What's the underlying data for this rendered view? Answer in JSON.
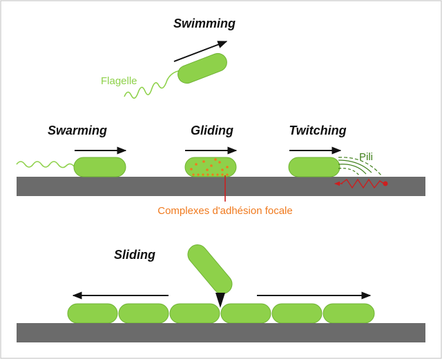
{
  "titles": {
    "swimming": "Swimming",
    "swarming": "Swarming",
    "gliding": "Gliding",
    "twitching": "Twitching",
    "sliding": "Sliding"
  },
  "labels": {
    "flagelle": "Flagelle",
    "pili": "Pili",
    "complexes": "Complexes d'adhésion focale"
  },
  "colors": {
    "bacterium": "#8ed14a",
    "bacterium_stroke": "#6fb334",
    "surface": "#6b6b6b",
    "flagella": "#8ed14a",
    "pili": "#3f7f1a",
    "adhesion": "#f07a1e",
    "twitch_pilus": "#cc1f1f",
    "arrow": "#111111"
  }
}
